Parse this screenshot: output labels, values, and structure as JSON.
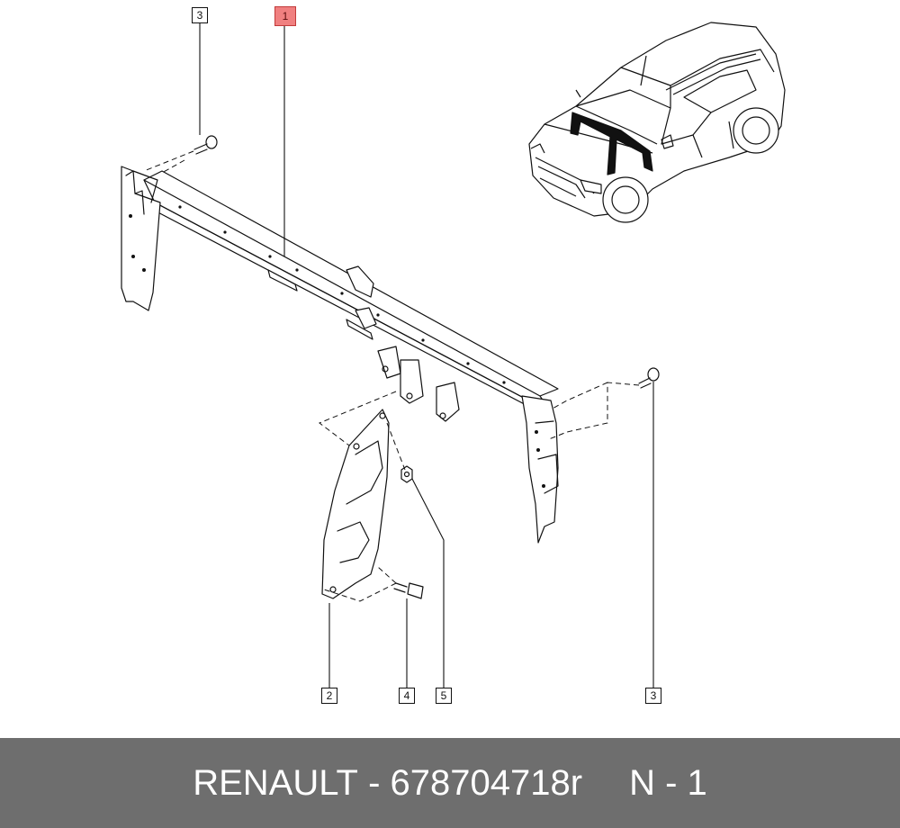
{
  "callouts": {
    "c3_top": "3",
    "c1": "1",
    "c2": "2",
    "c4": "4",
    "c5": "5",
    "c3_right": "3"
  },
  "footer": {
    "brand": "RENAULT",
    "separator": " - ",
    "part_number": "678704718r",
    "position_label": "N - 1"
  },
  "colors": {
    "highlight": "#f08080",
    "footer_bg": "#6e6e6e",
    "line": "#111111"
  }
}
